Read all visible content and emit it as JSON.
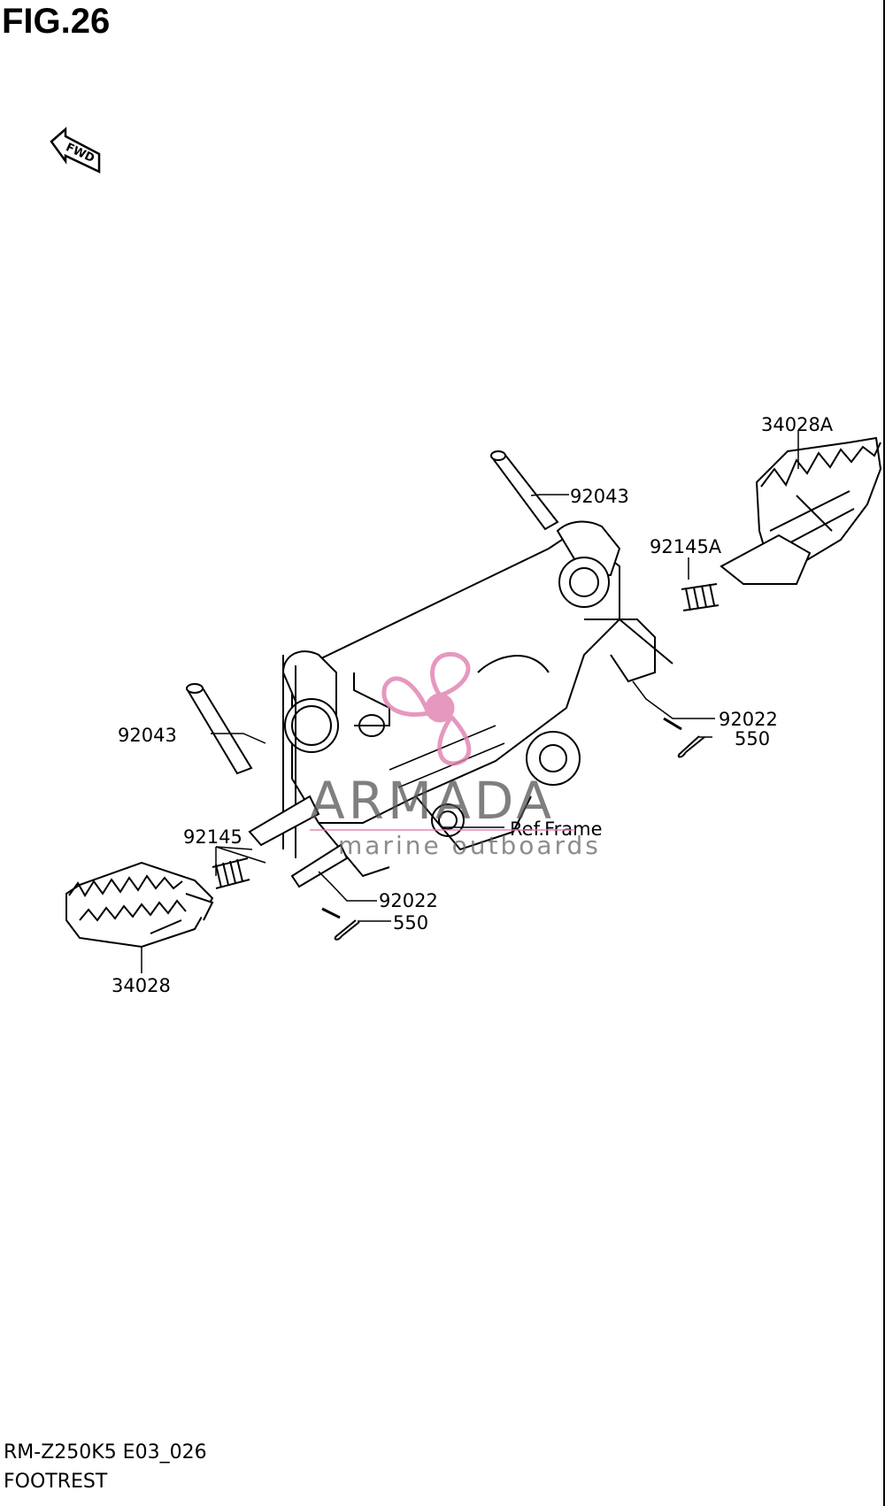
{
  "figure": {
    "title": "FIG.26"
  },
  "orientation": {
    "fwd_label": "FWD"
  },
  "parts": {
    "pin_right": "92043",
    "footrest_right": "34028A",
    "spring_right": "92145A",
    "washer_right": "92022",
    "cotter_right": "550",
    "pin_left": "92043",
    "spring_left": "92145",
    "washer_left": "92022",
    "cotter_left": "550",
    "footrest_left": "34028",
    "ref_frame": "Ref.Frame"
  },
  "watermark": {
    "brand": "ARMADA",
    "tagline": "marine outboards",
    "colors": {
      "logo": "#e07fb0",
      "text": "#555555"
    }
  },
  "footer": {
    "model_code": "RM-Z250K5 E03_026",
    "section_name": "FOOTREST"
  }
}
